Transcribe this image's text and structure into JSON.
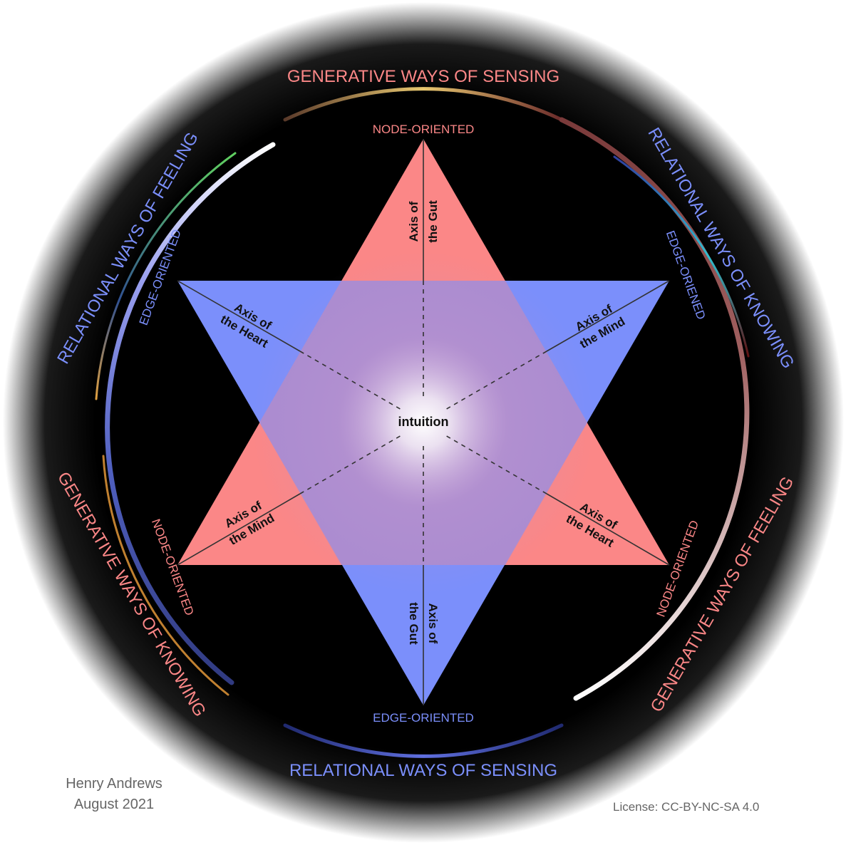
{
  "colors": {
    "pink": "#fb8787",
    "blue": "#7b8ffb",
    "black": "#000000",
    "white": "#ffffff"
  },
  "outer_labels": {
    "top": "GENERATIVE WAYS OF SENSING",
    "bottom": "RELATIONAL WAYS OF SENSING",
    "upper_left": "RELATIONAL WAYS OF FEELING",
    "upper_right": "RELATIONAL WAYS OF KNOWING",
    "lower_left": "GENERATIVE WAYS OF KNOWING",
    "lower_right": "GENERATIVE WAYS OF FEELING"
  },
  "vertex_labels": {
    "top": "NODE-ORIENTED",
    "bottom": "EDGE-ORIENTED",
    "upper_left": "EDGE-ORIENTED",
    "upper_right": "EDGE-ORIENED",
    "lower_left": "NODE-ORIENTED",
    "lower_right": "NODE-ORIENTED"
  },
  "axis_labels": {
    "top": [
      "Axis of",
      "the Gut"
    ],
    "bottom": [
      "Axis of",
      "the Gut"
    ],
    "upper_left": [
      "Axis of",
      "the Heart"
    ],
    "lower_right": [
      "Axis of",
      "the Heart"
    ],
    "upper_right": [
      "Axis of",
      "the Mind"
    ],
    "lower_left": [
      "Axis of",
      "the Mind"
    ]
  },
  "center_label": "intuition",
  "credits": {
    "author": "Henry Andrews",
    "date": "August 2021",
    "license": "License: CC-BY-NC-SA 4.0"
  }
}
